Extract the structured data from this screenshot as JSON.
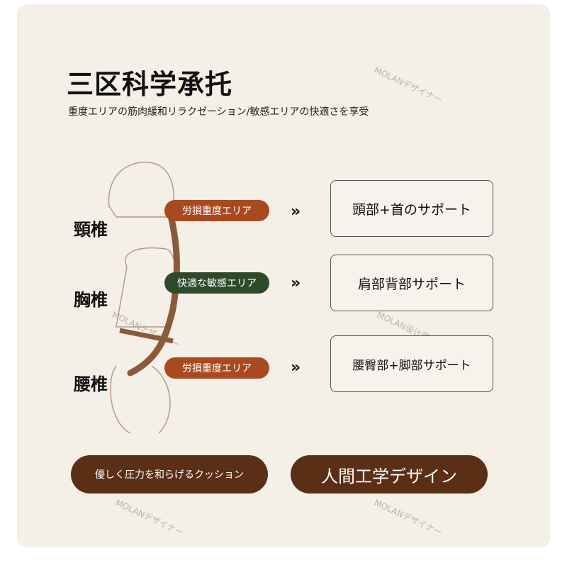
{
  "title": "三区科学承托",
  "subtitle": "重度エリアの筋肉緩和リラクゼーション/敏感エリアの快適さを享受",
  "watermarks": [
    "MOLANデザイナー",
    "MOLANデザイナー",
    "MOLAN设计师",
    "MOLANデザイナー",
    "MOLANデザイナー"
  ],
  "zones": [
    {
      "label": "頸椎",
      "tag": "労損重度エリア",
      "tag_color": "#a9491f",
      "arrow": "»",
      "support": "頭部+首のサポート"
    },
    {
      "label": "胸椎",
      "tag": "快適な敏感エリア",
      "tag_color": "#2f4a2b",
      "arrow": "»",
      "support": "肩部背部サポート"
    },
    {
      "label": "腰椎",
      "tag": "労損重度エリア",
      "tag_color": "#a9491f",
      "arrow": "»",
      "support": "腰臀部+脚部サポート"
    }
  ],
  "buttons": [
    "優しく圧力を和らげるクッション",
    "人間工学デザイン"
  ]
}
